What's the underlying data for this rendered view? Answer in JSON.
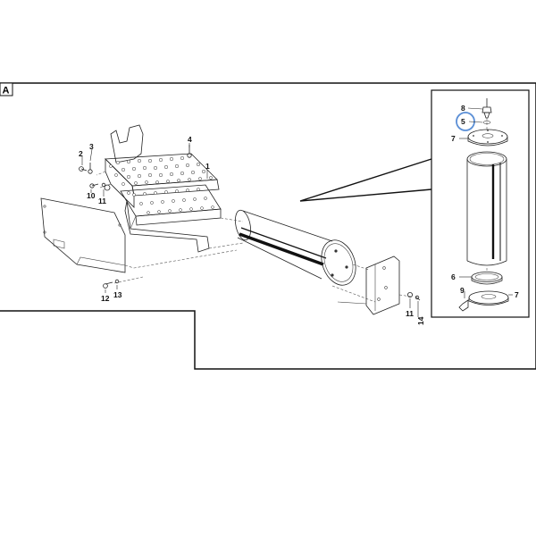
{
  "frame": {
    "label": "A"
  },
  "callouts": {
    "c1": "1",
    "c2": "2",
    "c3": "3",
    "c4": "4",
    "c10": "10",
    "c11a": "11",
    "c11b": "11",
    "c12": "12",
    "c13": "13",
    "c14": "14"
  },
  "detail": {
    "c8": "8",
    "c5": "5",
    "c7a": "7",
    "c6": "6",
    "c9": "9",
    "c7b": "7"
  },
  "colors": {
    "highlight": "#5b8fd6",
    "line": "#222222"
  }
}
